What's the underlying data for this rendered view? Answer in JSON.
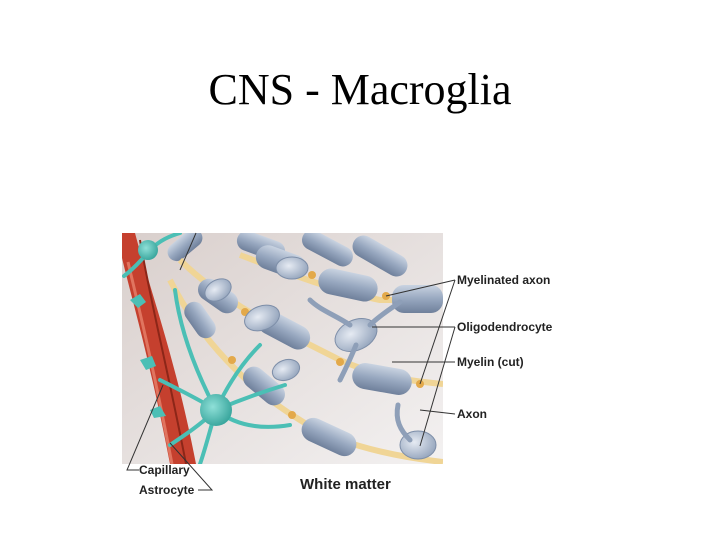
{
  "slide": {
    "title": "CNS - Macroglia"
  },
  "figure": {
    "labels": {
      "myelinated_axon": "Myelinated axon",
      "oligodendrocyte": "Oligodendrocyte",
      "myelin_cut": "Myelin (cut)",
      "axon": "Axon",
      "capillary": "Capillary",
      "astrocyte": "Astrocyte",
      "white_matter": "White matter"
    },
    "colors": {
      "capillary": "#c5402e",
      "astrocyte": "#4bbfb5",
      "myelin": "#98a8c0",
      "axon": "#f0d596",
      "background": "#e8e2df"
    }
  }
}
